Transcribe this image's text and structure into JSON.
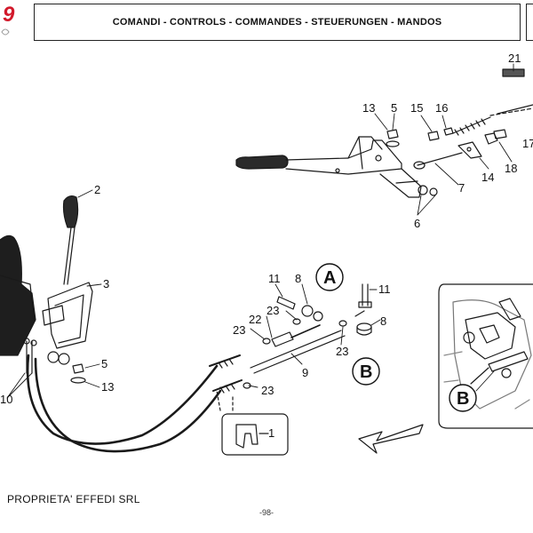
{
  "header": {
    "logo_glyph": "9",
    "title": "COMANDI - CONTROLS - COMMANDES - STEUERUNGEN - MANDOS"
  },
  "diagram": {
    "part_labels": [
      "21",
      "13",
      "5",
      "15",
      "16",
      "17",
      "18",
      "14",
      "7",
      "6",
      "2",
      "3",
      "5",
      "13",
      "10",
      "11",
      "8",
      "23",
      "22",
      "23",
      "9",
      "23",
      "23",
      "11",
      "8",
      "23",
      "1"
    ],
    "detail_labels": [
      "A",
      "B",
      "B"
    ]
  },
  "footer": {
    "owner": "PROPRIETA' EFFEDI SRL",
    "page_number": "-98-"
  },
  "colors": {
    "logo_red": "#d2192b",
    "line": "#1a1a1a"
  }
}
